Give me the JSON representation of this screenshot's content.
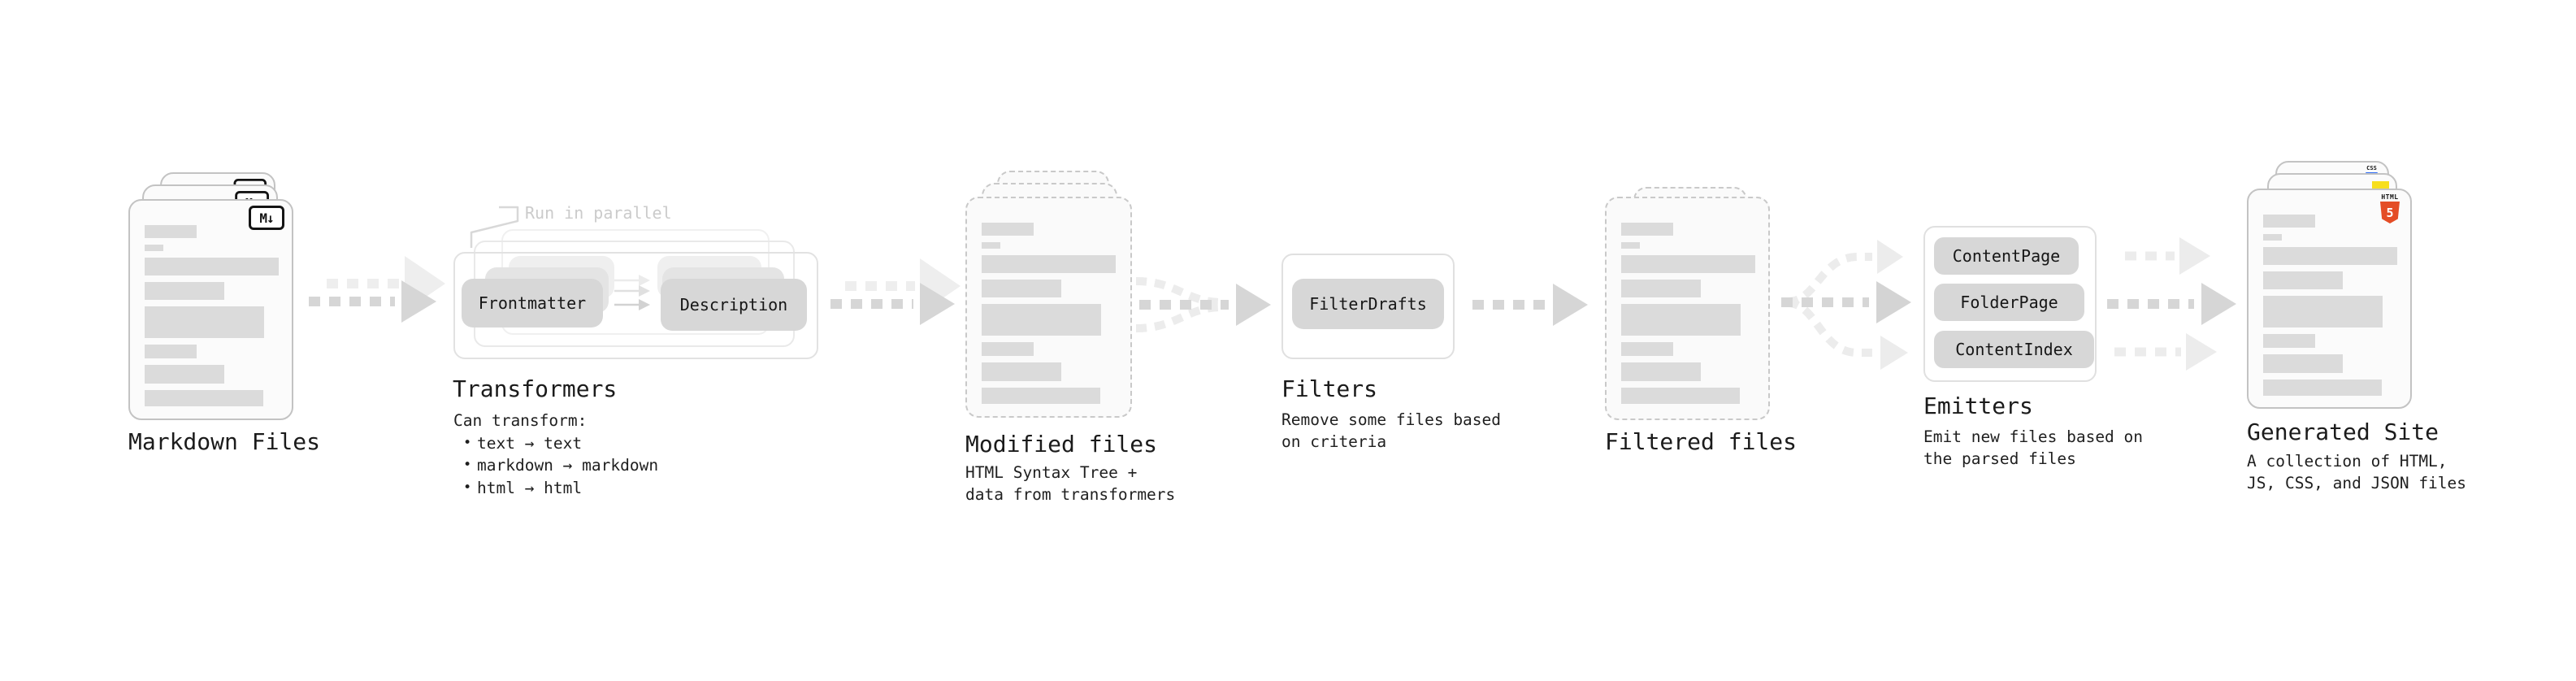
{
  "diagram": {
    "stages": {
      "markdown": {
        "title": "Markdown Files"
      },
      "transformers": {
        "title": "Transformers",
        "note": "Run in parallel",
        "body_heading": "Can transform:",
        "bullets": [
          "text → text",
          "markdown → markdown",
          "html → html"
        ],
        "nodes": [
          "Frontmatter",
          "Description"
        ]
      },
      "modified": {
        "title": "Modified files",
        "subtitle": "HTML Syntax Tree +\ndata from transformers"
      },
      "filters": {
        "title": "Filters",
        "subtitle": "Remove some files based\non criteria",
        "nodes": [
          "FilterDrafts"
        ]
      },
      "filtered": {
        "title": "Filtered files"
      },
      "emitters": {
        "title": "Emitters",
        "subtitle": "Emit new files based on\nthe parsed files",
        "nodes": [
          "ContentPage",
          "FolderPage",
          "ContentIndex"
        ]
      },
      "generated": {
        "title": "Generated Site",
        "subtitle": "A collection of HTML,\nJS, CSS, and JSON files"
      }
    },
    "badges": {
      "markdown": "M↓",
      "html_label": "HTML",
      "html_number": "5",
      "css_label": "CSS"
    },
    "colors": {
      "arrow": "#d6d6d6",
      "arrow_ghost": "#ededed",
      "node_fill": "#d7d7d7",
      "html_orange": "#e44d26",
      "js_yellow": "#f7df1e",
      "css_blue": "#2f6df6"
    }
  }
}
